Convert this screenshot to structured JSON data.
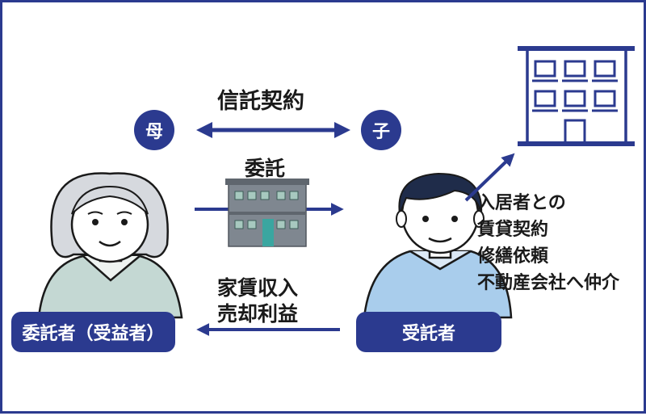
{
  "labels": {
    "trust_contract": "信託契約",
    "delegation": "委託",
    "income": "家賃収入\n売却利益",
    "duties": "入居者との\n賃貸契約\n修繕依頼\n不動産会社へ仲介"
  },
  "parties": {
    "mother": "母",
    "child": "子",
    "settlor": "委託者（受益者）",
    "trustee": "受託者"
  },
  "colors": {
    "navy": "#2b3a8f",
    "grandma_shirt": "#c4d8d3",
    "son_shirt": "#a9cdec",
    "hair_grey": "#d6d9de"
  }
}
